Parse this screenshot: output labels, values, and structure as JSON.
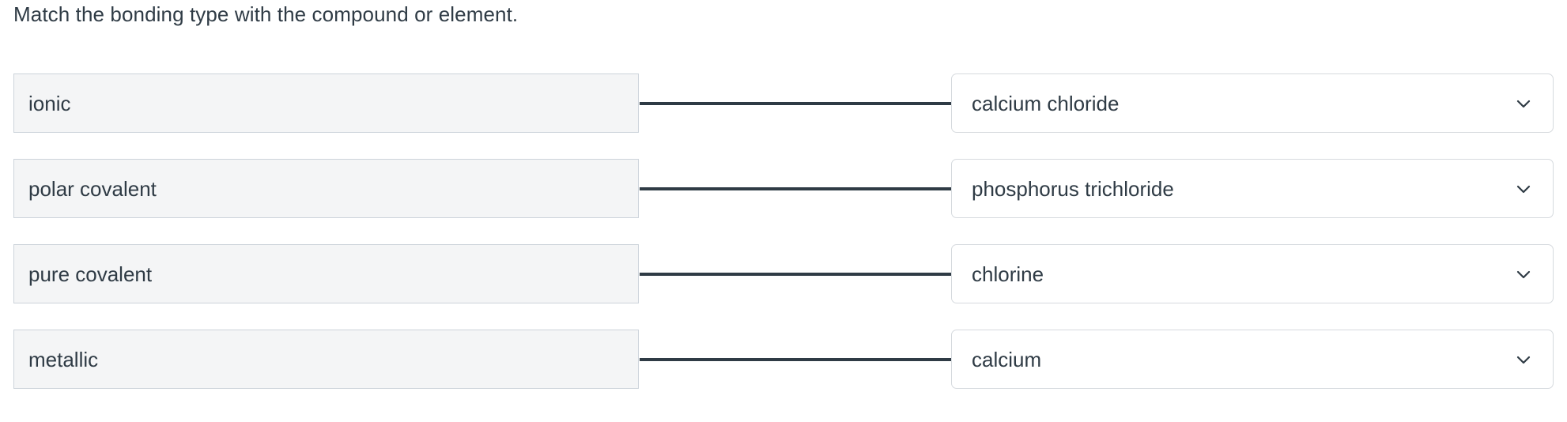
{
  "prompt": "Match the bonding type with the compound or element.",
  "colors": {
    "text": "#2f3b45",
    "term_fill": "#f4f5f6",
    "term_border": "#ccd3da",
    "answer_border": "#d6dade",
    "connector": "#2f3b45",
    "page_background": "#ffffff"
  },
  "icons": {
    "chevron": "chevron-down-icon"
  },
  "rows": [
    {
      "term": "ionic",
      "answer": "calcium chloride",
      "connected": true
    },
    {
      "term": "polar covalent",
      "answer": "phosphorus trichloride",
      "connected": true
    },
    {
      "term": "pure covalent",
      "answer": "chlorine",
      "connected": true
    },
    {
      "term": "metallic",
      "answer": "calcium",
      "connected": true
    }
  ]
}
